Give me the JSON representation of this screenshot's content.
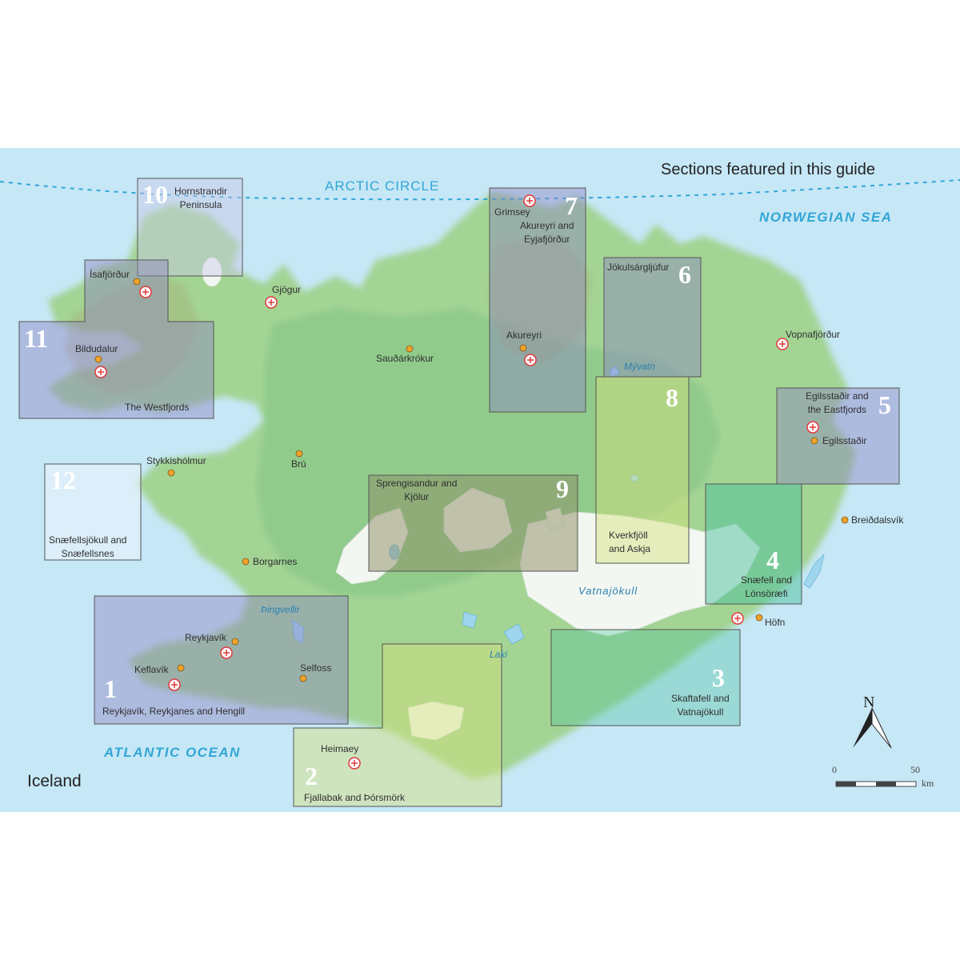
{
  "header": {
    "title": "Sections featured in this guide"
  },
  "map_title": "Iceland",
  "arctic_circle_label": "ARCTIC CIRCLE",
  "seas": {
    "norwegian": "NORWEGIAN SEA",
    "atlantic": "ATLANTIC OCEAN"
  },
  "features": {
    "thingvellir": "Þingvellir",
    "myvatn": "Mývatn",
    "vatnajokull": "Vatnajökull",
    "laki": "Laki"
  },
  "sections": [
    {
      "number": "1",
      "title": "Reykjavík, Reykjanes and Hengill"
    },
    {
      "number": "2",
      "title": "Fjallabak and Þórsmörk"
    },
    {
      "number": "3",
      "title": "Skaftafell and\nVatnajökull"
    },
    {
      "number": "4",
      "title": "Snæfell and\nLónsöræfi"
    },
    {
      "number": "5",
      "title": "Egilsstaðir and\nthe Eastfjords"
    },
    {
      "number": "6",
      "title": "Jökulsárgljúfur"
    },
    {
      "number": "7",
      "title": "Akureyri and\nEyjafjörður"
    },
    {
      "number": "8",
      "title": "Kverkfjöll\nand Askja"
    },
    {
      "number": "9",
      "title": "Sprengisandur and\nKjölur"
    },
    {
      "number": "10",
      "title": "Hornstrandir\nPeninsula"
    },
    {
      "number": "11",
      "title": "The Westfjords"
    },
    {
      "number": "12",
      "title": "Snæfellsjökull and\nSnæfellsnes"
    }
  ],
  "towns": {
    "isafjordur": "Ísafjörður",
    "bildudalur": "Bildudalur",
    "gjogur": "Gjögur",
    "saudarkrokur": "Sauðárkrókur",
    "grimsey": "Grimsey",
    "akureyri": "Akureyri",
    "vopnafjordur": "Vopnafjörður",
    "egilsstadir": "Egilsstaðir",
    "breiddalsvik": "Breiðdalsvík",
    "stykkisholmur": "Stykkishólmur",
    "bru": "Brú",
    "borgarnes": "Borgarnes",
    "reykjavik": "Reykjavík",
    "keflavik": "Keflavík",
    "selfoss": "Selfoss",
    "heimaey": "Heimaey",
    "hofn": "Höfn"
  },
  "compass": {
    "north": "N"
  },
  "scale": {
    "start": "0",
    "end": "50",
    "unit": "km"
  },
  "colors": {
    "sea": "#c6e7f6",
    "land": "#9ed08e",
    "highland": "#7dbf7e",
    "glacier": "#f3f7f2",
    "town_dot": "#f0a22a",
    "airport": "#e23a3a",
    "box_purple": "#8f86c4",
    "box_yellow": "#d4e07a",
    "box_teal": "#4bbf9b",
    "box_white": "#f2f6fb",
    "box_olive": "#8c8c63"
  }
}
